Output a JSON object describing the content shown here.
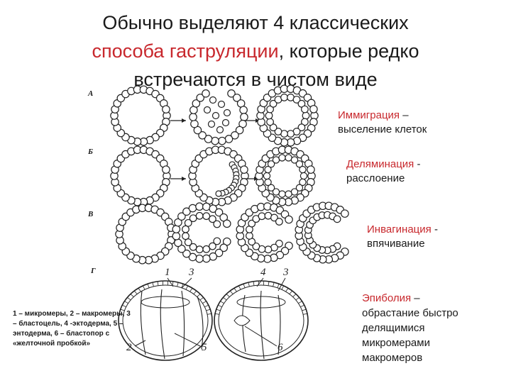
{
  "title": {
    "line1": "Обычно выделяют 4 классических",
    "highlight": "способа гаструляции",
    "line2_rest": ", которые редко",
    "line3": "встречаются в чистом виде"
  },
  "row_labels": [
    "А",
    "Б",
    "В",
    "Г"
  ],
  "methods": [
    {
      "term": "Иммиграция",
      "sep": " –",
      "desc": "выселение клеток"
    },
    {
      "term": "Деляминация",
      "sep": " -",
      "desc": "расслоение"
    },
    {
      "term": "Инвагинация",
      "sep": " -",
      "desc": "впячивание"
    },
    {
      "term": "Эпиболия",
      "sep": " –",
      "desc": "обрастание быстро делящимися микромерами макромеров"
    }
  ],
  "epiboly_desc_lines": [
    "обрастание быстро",
    "делящимися",
    "микромерами",
    "макромеров"
  ],
  "legend": "1 – микромеры, 2 – макромеры, 3 – бластоцель, 4 -эктодерма, 5 – энтодерма, 6 – бластопор с «желточной пробкой»",
  "figure_numbers": {
    "top_left": [
      "1",
      "3"
    ],
    "top_right": [
      "4",
      "3"
    ],
    "bottom_left": [
      "2",
      "5"
    ],
    "bottom_right": [
      "6"
    ]
  }
}
